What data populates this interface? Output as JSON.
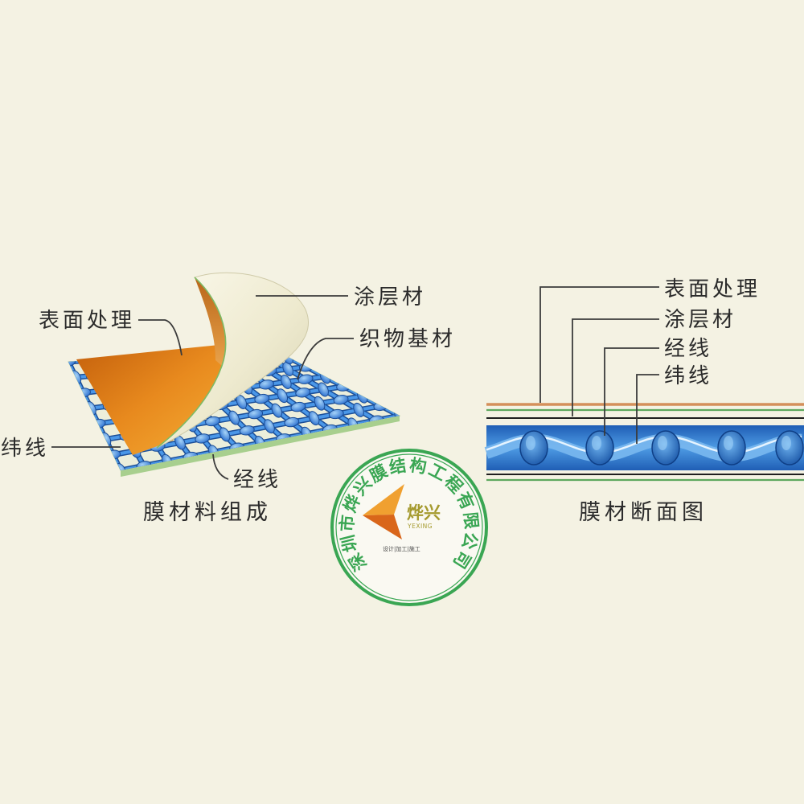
{
  "left_diagram": {
    "caption": "膜材料组成",
    "labels": {
      "coating": "涂层材",
      "surface_treatment": "表面处理",
      "fabric_substrate": "织物基材",
      "weft": "纬线",
      "warp": "经线"
    }
  },
  "right_diagram": {
    "caption": "膜材断面图",
    "labels": {
      "surface_treatment": "表面处理",
      "coating": "涂层材",
      "warp": "经线",
      "weft": "纬线"
    }
  },
  "stamp": {
    "company_name": "深圳市烨兴膜结构工程有限公司",
    "brand": "烨兴",
    "brand_latin": "YEXING",
    "services": "设计|加工|施工"
  },
  "colors": {
    "background": "#f4f2e3",
    "surface_layer": "#e8891c",
    "coating_layer": "#efecd3",
    "fabric_mesh": "#2f78d4",
    "stamp": "#3aa653"
  }
}
